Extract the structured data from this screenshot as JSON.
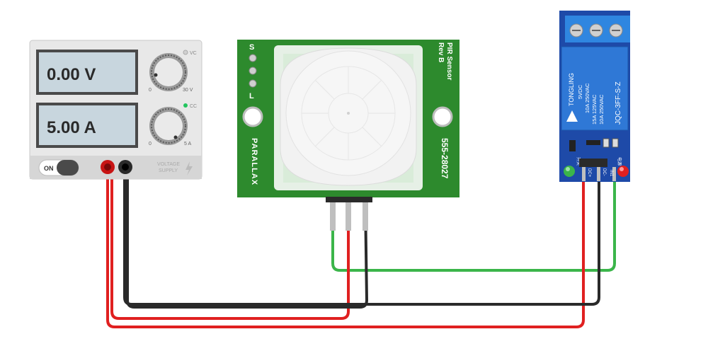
{
  "power_supply": {
    "voltage_reading": "0.00 V",
    "current_reading": "5.00 A",
    "vc_label": "VC",
    "cc_label": "CC",
    "voltage_knob_min": "0",
    "voltage_knob_max": "30 V",
    "current_knob_min": "0",
    "current_knob_max": "5 A",
    "switch_label": "ON",
    "brand_line1": "VOLTAGE",
    "brand_line2": "SUPPLY",
    "cc_indicator_color": "#22c55e"
  },
  "pir_sensor": {
    "title_line1": "PIR Sensor",
    "title_line2": "Rev B",
    "part_number": "555-28027",
    "brand": "PARALLAX",
    "jumper_labels": [
      "S",
      "L"
    ],
    "board_color": "#2d8a2d"
  },
  "relay_module": {
    "brand": "TONGLING",
    "ratings": [
      "5VDC",
      "10A 250VAC",
      "15A 125VAC",
      "10A 250VAC"
    ],
    "model": "JQC-3FF-S-Z",
    "pin_labels": [
      "DC+",
      "DC-",
      "IN1"
    ],
    "led_left_label": "开关",
    "led_right_label": "电源",
    "board_color": "#1e4aa8",
    "relay_color": "#2f78d6"
  },
  "wire_colors": {
    "red": "#e02020",
    "black": "#2a2a2a",
    "green": "#3bb54a"
  }
}
